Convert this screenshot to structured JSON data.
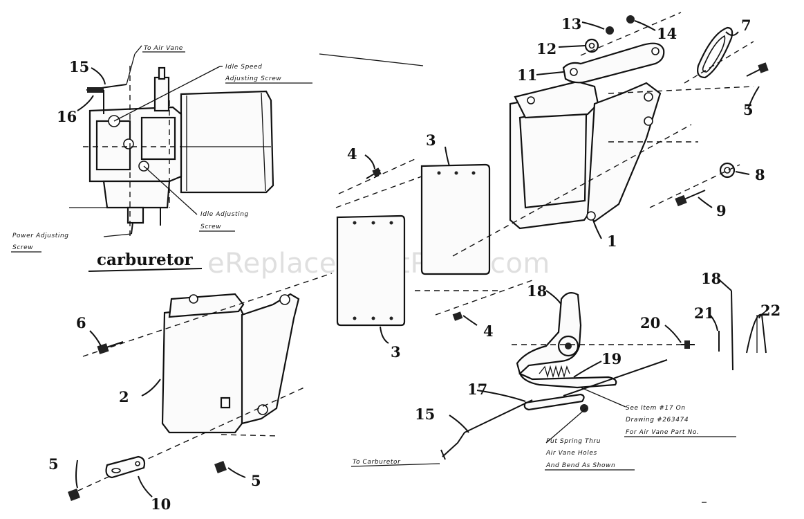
{
  "watermark": "eReplacementParts.com",
  "carburetor_title": "carburetor",
  "notes": {
    "to_air_vane": "To Air Vane",
    "idle_speed_line1": "Idle Speed",
    "idle_speed_line2": "Adjusting Screw",
    "idle_adj_line1": "Idle Adjusting",
    "idle_adj_line2": "Screw",
    "power_adj_line1": "Power Adjusting",
    "power_adj_line2": "Screw",
    "to_carburetor": "To Carburetor",
    "see_item_line1": "See Item #17 On",
    "see_item_line2": "Drawing #263474",
    "see_item_line3": "For Air Vane Part No.",
    "put_spring_line1": "Put Spring Thru",
    "put_spring_line2": "Air Vane Holes",
    "put_spring_line3": "And Bend As Shown"
  },
  "callouts": {
    "c1": "1",
    "c2": "2",
    "c3a": "3",
    "c3b": "3",
    "c4a": "4",
    "c4b": "4",
    "c5a": "5",
    "c5b": "5",
    "c5c": "5",
    "c6": "6",
    "c7": "7",
    "c8": "8",
    "c9": "9",
    "c10": "10",
    "c11": "11",
    "c12": "12",
    "c13": "13",
    "c14": "14",
    "c15a": "15",
    "c15b": "15",
    "c16": "16",
    "c17": "17",
    "c18": "18",
    "c19": "19",
    "c20": "20",
    "c21": "21",
    "c22": "22"
  }
}
